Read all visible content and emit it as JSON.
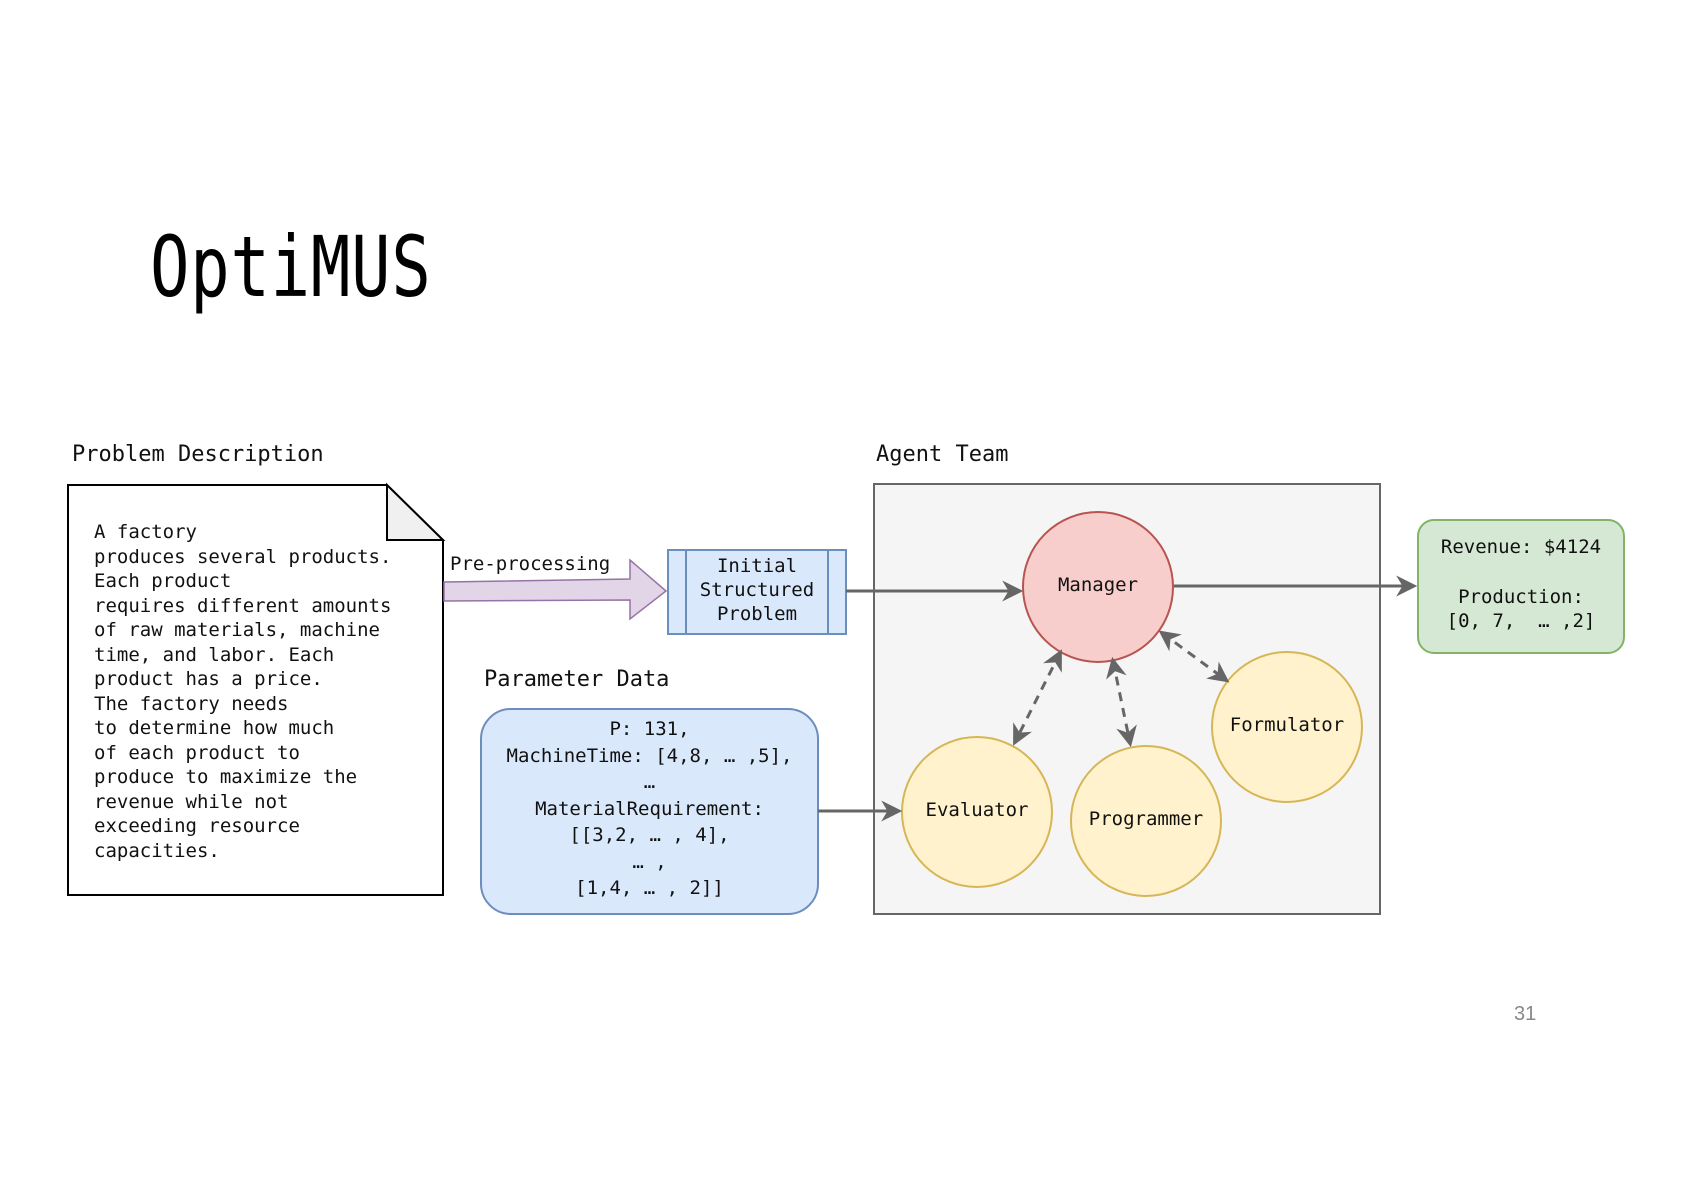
{
  "slide": {
    "title": "OptiMUS",
    "page_number": "31"
  },
  "problem_description": {
    "label": "Problem Description",
    "text": "A factory\nproduces several products.\nEach product\nrequires different amounts\nof raw materials, machine\ntime, and labor. Each\nproduct has a price.\nThe factory needs\nto determine how much\nof each product to\nproduce to maximize the\nrevenue while not\nexceeding resource\ncapacities."
  },
  "preprocessing": {
    "label": "Pre-processing"
  },
  "structured_problem": {
    "lines": [
      "Initial",
      "Structured",
      "Problem"
    ]
  },
  "parameter_data": {
    "label": "Parameter Data",
    "lines": [
      "P: 131,",
      "MachineTime: [4,8, … ,5],",
      "…",
      "MaterialRequirement:",
      "[[3,2, … , 4],",
      "… ,",
      "[1,4, … , 2]]"
    ]
  },
  "agent_team": {
    "label": "Agent Team",
    "agents": {
      "manager": "Manager",
      "evaluator": "Evaluator",
      "programmer": "Programmer",
      "formulator": "Formulator"
    }
  },
  "output": {
    "revenue": "Revenue: $4124",
    "production_label": "Production:",
    "production_value": "[0, 7,  … ,2]"
  },
  "colors": {
    "manager_fill": "#f8cecc",
    "manager_stroke": "#b85450",
    "agent_fill": "#fff2cc",
    "agent_stroke": "#d6b656",
    "blue_fill": "#dae8fc",
    "blue_stroke": "#6c8ebf",
    "green_fill": "#d5e8d4",
    "green_stroke": "#82b366",
    "purple_fill": "#e1d5e7",
    "purple_stroke": "#9673a6",
    "team_fill": "#f5f5f5",
    "arrow": "#666666"
  }
}
